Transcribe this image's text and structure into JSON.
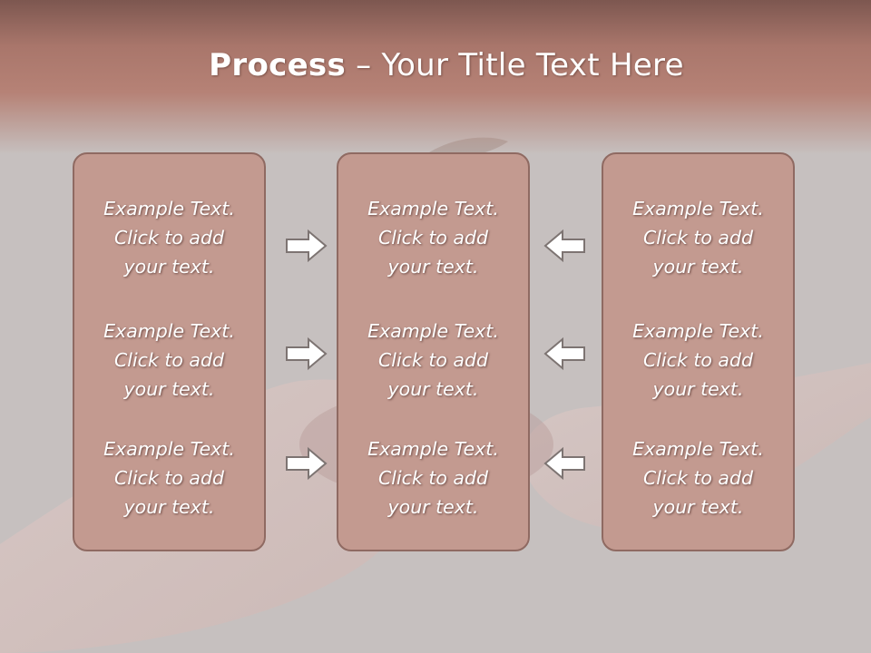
{
  "title": {
    "bold": "Process",
    "rest": " – Your Title Text Here"
  },
  "panels": [
    {
      "cells": [
        {
          "l1": "Example Text.",
          "l2": "Click  to add",
          "l3": "your text."
        },
        {
          "l1": "Example Text.",
          "l2": "Click  to add",
          "l3": "your text."
        },
        {
          "l1": "Example Text.",
          "l2": "Click  to add",
          "l3": "your text."
        }
      ]
    },
    {
      "cells": [
        {
          "l1": "Example Text.",
          "l2": "Click  to add",
          "l3": "your text."
        },
        {
          "l1": "Example Text.",
          "l2": "Click  to add",
          "l3": "your text."
        },
        {
          "l1": "Example Text.",
          "l2": "Click  to add",
          "l3": "your text."
        }
      ]
    },
    {
      "cells": [
        {
          "l1": "Example Text.",
          "l2": "Click  to add",
          "l3": "your text."
        },
        {
          "l1": "Example Text.",
          "l2": "Click  to add",
          "l3": "your text."
        },
        {
          "l1": "Example Text.",
          "l2": "Click  to add",
          "l3": "your text."
        }
      ]
    }
  ],
  "arrows": {
    "left_column": "right-arrow-icon",
    "right_column": "left-arrow-icon"
  },
  "colors": {
    "panel_fill": "#c39a90",
    "panel_border": "#8f6a62",
    "header": "#b68276",
    "background": "#c8c2c1"
  }
}
